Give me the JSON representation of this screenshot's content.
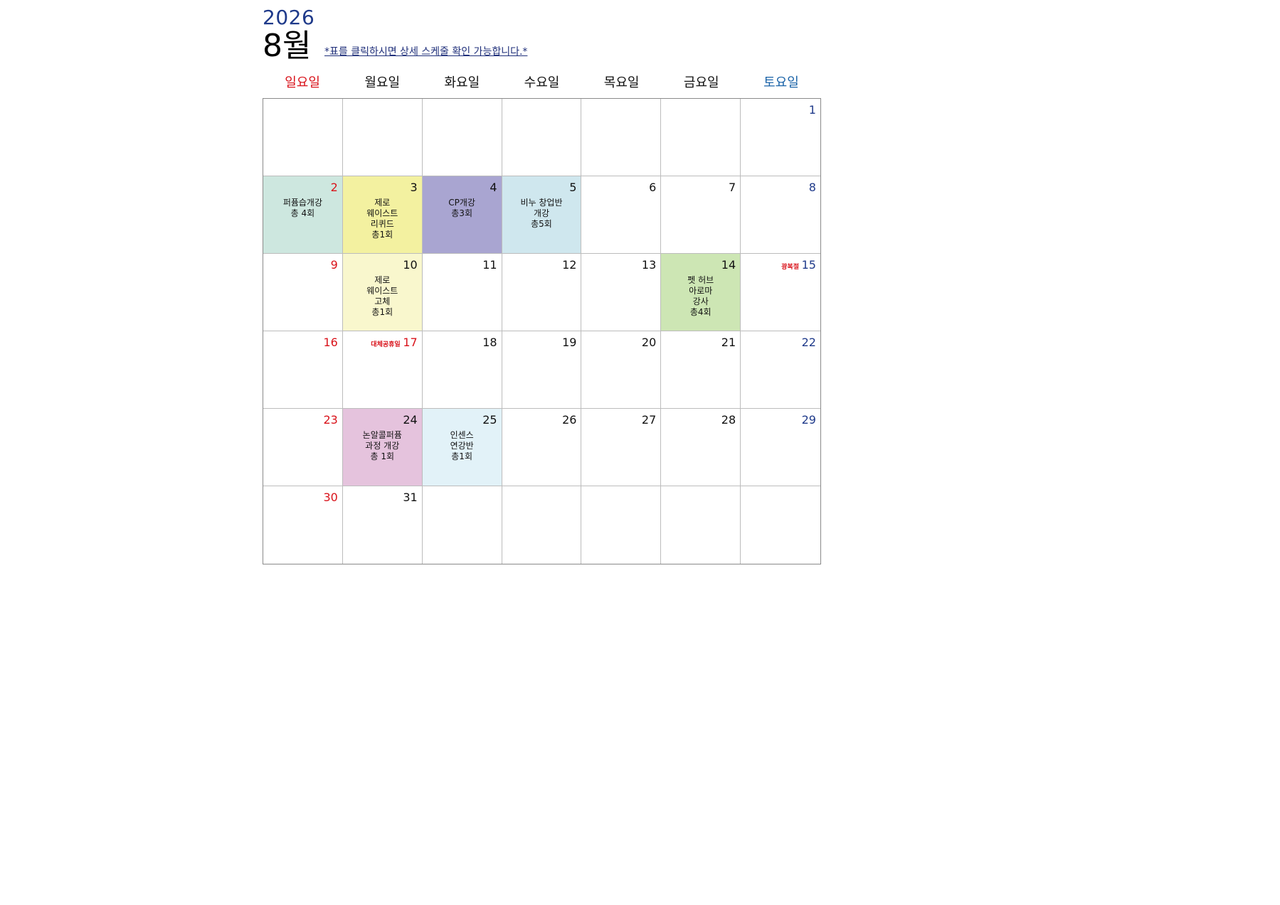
{
  "header": {
    "year": "2026",
    "month": "8월",
    "notice": "*표를 클릭하시면 상세 스케줄 확인 가능합니다.*"
  },
  "colors": {
    "sunday": "#d9121a",
    "saturday_header": "#1a63a8",
    "saturday_date": "#1f3a8a",
    "title_blue": "#1f3a8a"
  },
  "weekdays": [
    "일요일",
    "월요일",
    "화요일",
    "수요일",
    "목요일",
    "금요일",
    "토요일"
  ],
  "weeks": [
    [
      {
        "day": ""
      },
      {
        "day": ""
      },
      {
        "day": ""
      },
      {
        "day": ""
      },
      {
        "day": ""
      },
      {
        "day": ""
      },
      {
        "day": "1"
      }
    ],
    [
      {
        "day": "2",
        "event": "퍼퓸습개강\n총 4회",
        "bg": "#cde7df"
      },
      {
        "day": "3",
        "event": "제로\n웨이스트\n리퀴드\n총1회",
        "bg": "#f3f1a0"
      },
      {
        "day": "4",
        "event": "CP개강\n총3회",
        "bg": "#a9a5d1"
      },
      {
        "day": "5",
        "event": "비누 창업반\n개강\n총5회",
        "bg": "#cfe7ee"
      },
      {
        "day": "6"
      },
      {
        "day": "7"
      },
      {
        "day": "8"
      }
    ],
    [
      {
        "day": "9"
      },
      {
        "day": "10",
        "event": "제로\n웨이스트\n고체\n총1회",
        "bg": "#f9f7cd"
      },
      {
        "day": "11"
      },
      {
        "day": "12"
      },
      {
        "day": "13"
      },
      {
        "day": "14",
        "event": "펫 허브\n아로마\n강사\n총4회",
        "bg": "#cde6b4"
      },
      {
        "day": "15",
        "holiday": "광복절"
      }
    ],
    [
      {
        "day": "16"
      },
      {
        "day": "17",
        "holiday": "대체공휴일"
      },
      {
        "day": "18"
      },
      {
        "day": "19"
      },
      {
        "day": "20"
      },
      {
        "day": "21"
      },
      {
        "day": "22"
      }
    ],
    [
      {
        "day": "23"
      },
      {
        "day": "24",
        "event": "논알콜퍼퓸\n과정 개강\n총 1회",
        "bg": "#e5c3dd"
      },
      {
        "day": "25",
        "event": "인센스\n연강반\n총1회",
        "bg": "#e2f2f8"
      },
      {
        "day": "26"
      },
      {
        "day": "27"
      },
      {
        "day": "28"
      },
      {
        "day": "29"
      }
    ],
    [
      {
        "day": "30"
      },
      {
        "day": "31"
      },
      {
        "day": ""
      },
      {
        "day": ""
      },
      {
        "day": ""
      },
      {
        "day": ""
      },
      {
        "day": ""
      }
    ]
  ]
}
